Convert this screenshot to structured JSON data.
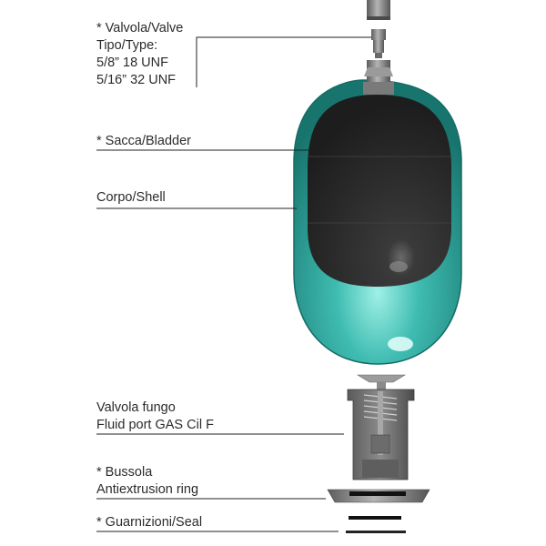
{
  "labels": {
    "valve": {
      "line1": "* Valvola/Valve",
      "line2": "Tipo/Type:",
      "line3": "5/8” 18 UNF",
      "line4": "5/16” 32 UNF"
    },
    "bladder": "* Sacca/Bladder",
    "shell": "Corpo/Shell",
    "fluid_port": {
      "line1": "Valvola fungo",
      "line2": "Fluid port GAS Cil F"
    },
    "antiextrusion": {
      "line1": "* Bussola",
      "line2": "Antiextrusion ring"
    },
    "seal": "* Guarnizioni/Seal"
  },
  "colors": {
    "shell": "#3fbcb1",
    "shell_dark": "#1f7f78",
    "bladder": "#2a2a2a",
    "metal": "#8a8a8a",
    "line": "#222222"
  }
}
